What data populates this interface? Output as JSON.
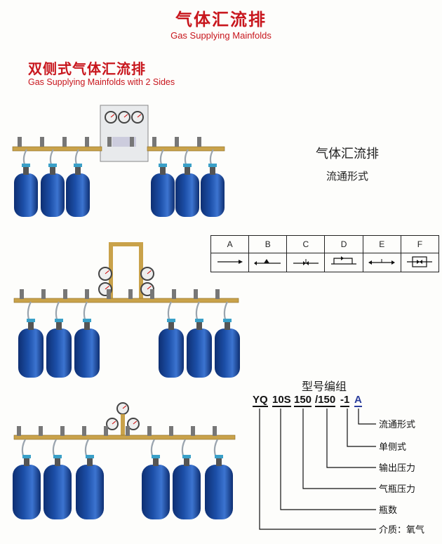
{
  "header": {
    "title_cn": "气体汇流排",
    "title_en": "Gas Supplying Mainfolds"
  },
  "section": {
    "title_cn": "双侧式气体汇流排",
    "title_en": "Gas Supplying Mainfolds with 2 Sides"
  },
  "flow": {
    "title": "气体汇流排",
    "subtitle": "流通形式",
    "columns": [
      "A",
      "B",
      "C",
      "D",
      "E",
      "F"
    ]
  },
  "model": {
    "title": "型号编组",
    "codes": [
      "YQ",
      "10S",
      "150",
      "/150",
      "-1",
      "A"
    ],
    "labels": [
      "流通形式",
      "单侧式",
      "输出压力",
      "气瓶压力",
      "瓶数",
      "介质：氧气"
    ]
  },
  "colors": {
    "accent_red": "#c8161d",
    "cylinder_blue": "#1c4fa8",
    "brass": "#c9a24a",
    "code_blue": "#2a3d9c"
  }
}
